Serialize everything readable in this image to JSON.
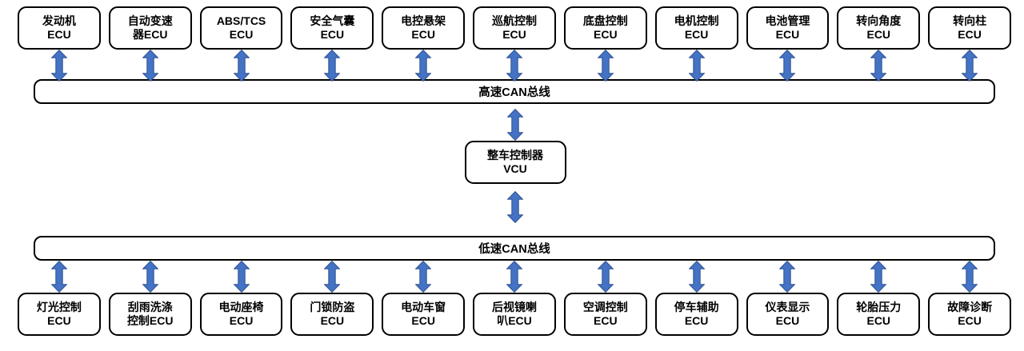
{
  "buses": {
    "high_speed": "高速CAN总线",
    "low_speed": "低速CAN总线"
  },
  "vcu": {
    "line1": "整车控制器",
    "line2": "VCU"
  },
  "high_speed_ecus": [
    {
      "line1": "发动机",
      "line2": "ECU"
    },
    {
      "line1": "自动变速",
      "line2": "器ECU"
    },
    {
      "line1": "ABS/TCS",
      "line2": "ECU"
    },
    {
      "line1": "安全气囊",
      "line2": "ECU"
    },
    {
      "line1": "电控悬架",
      "line2": "ECU"
    },
    {
      "line1": "巡航控制",
      "line2": "ECU"
    },
    {
      "line1": "底盘控制",
      "line2": "ECU"
    },
    {
      "line1": "电机控制",
      "line2": "ECU"
    },
    {
      "line1": "电池管理",
      "line2": "ECU"
    },
    {
      "line1": "转向角度",
      "line2": "ECU"
    },
    {
      "line1": "转向柱",
      "line2": "ECU"
    }
  ],
  "low_speed_ecus": [
    {
      "line1": "灯光控制",
      "line2": "ECU"
    },
    {
      "line1": "刮雨洗涤",
      "line2": "控制ECU"
    },
    {
      "line1": "电动座椅",
      "line2": "ECU"
    },
    {
      "line1": "门锁防盗",
      "line2": "ECU"
    },
    {
      "line1": "电动车窗",
      "line2": "ECU"
    },
    {
      "line1": "后视镜喇",
      "line2": "叭ECU"
    },
    {
      "line1": "空调控制",
      "line2": "ECU"
    },
    {
      "line1": "停车辅助",
      "line2": "ECU"
    },
    {
      "line1": "仪表显示",
      "line2": "ECU"
    },
    {
      "line1": "轮胎压力",
      "line2": "ECU"
    },
    {
      "line1": "故障诊断",
      "line2": "ECU"
    }
  ],
  "icons": {
    "connector": "vertical-double-arrow-icon"
  },
  "colors": {
    "arrow_fill": "#4472C4",
    "arrow_stroke": "#2F528F",
    "box_border": "#000000",
    "box_fill": "#FFFFFF",
    "background": "#FFFFFF"
  }
}
